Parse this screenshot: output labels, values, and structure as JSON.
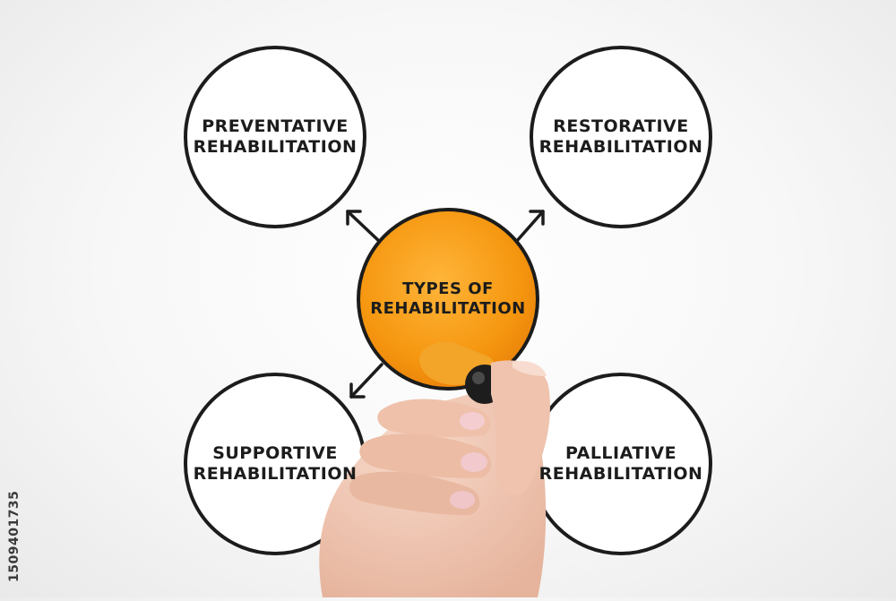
{
  "center": {
    "line1": "TYPES OF",
    "line2": "REHABILITATION",
    "color": "#f59a1a"
  },
  "nodes": {
    "top_left": {
      "line1": "PREVENTATIVE",
      "line2": "REHABILITATION"
    },
    "top_right": {
      "line1": "RESTORATIVE",
      "line2": "REHABILITATION"
    },
    "bottom_left": {
      "line1": "SUPPORTIVE",
      "line2": "REHABILITATION"
    },
    "bottom_right": {
      "line1": "PALLIATIVE",
      "line2": "REHABILITATION"
    }
  },
  "stock_id": "1509401735",
  "colors": {
    "stroke": "#1c1c1c",
    "marker_cap": "#f3a52a",
    "skin": "#f1c7b4"
  }
}
